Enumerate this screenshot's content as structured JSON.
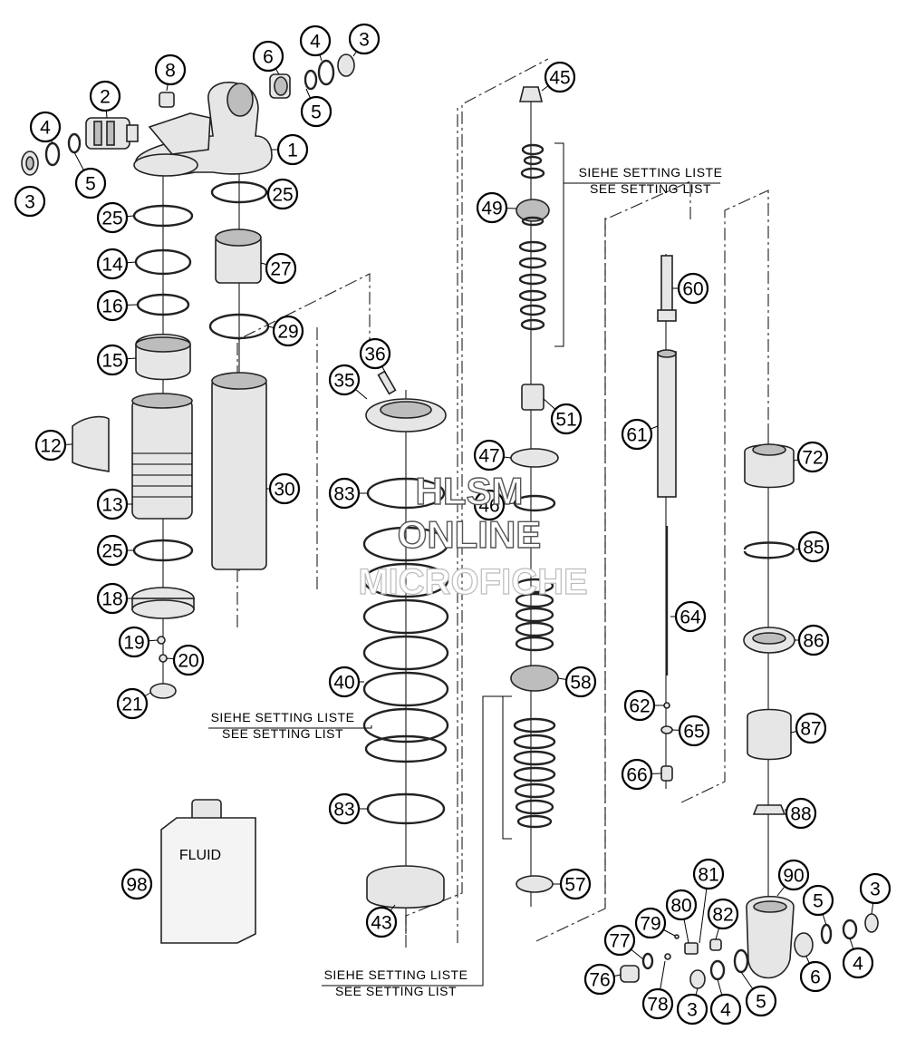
{
  "part_numbers": [
    "1",
    "2",
    "3",
    "4",
    "5",
    "6",
    "8",
    "12",
    "13",
    "14",
    "15",
    "16",
    "18",
    "19",
    "20",
    "21",
    "25",
    "27",
    "29",
    "30",
    "35",
    "36",
    "40",
    "43",
    "45",
    "46",
    "47",
    "49",
    "51",
    "57",
    "58",
    "60",
    "61",
    "62",
    "64",
    "65",
    "66",
    "72",
    "76",
    "77",
    "78",
    "79",
    "80",
    "81",
    "82",
    "83",
    "85",
    "86",
    "87",
    "88",
    "90",
    "98"
  ],
  "notes": {
    "setting_de": "SIEHE SETTING LISTE",
    "setting_en": "SEE SETTING LIST"
  },
  "fluid_label": "FLUID",
  "watermark": {
    "line1": "HLSM",
    "line2": "ONLINE",
    "line3": "MICROFICHE"
  }
}
